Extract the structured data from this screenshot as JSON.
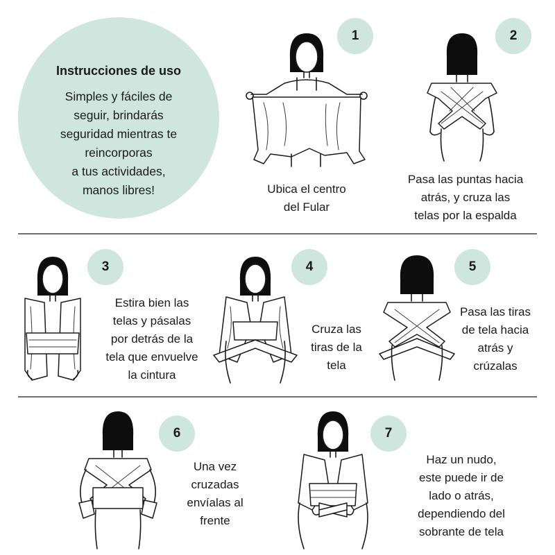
{
  "intro": {
    "title": "Instrucciones de uso",
    "body": "Simples y fáciles de\nseguir, brindarás\nseguridad mientras te\nreincorporas\na tus actividades,\nmanos libres!"
  },
  "steps": [
    {
      "number": "1",
      "text": "Ubica el centro\ndel Fular"
    },
    {
      "number": "2",
      "text": "Pasa las puntas hacia\natrás, y cruza las\ntelas por la espalda"
    },
    {
      "number": "3",
      "text": "Estira bien las\ntelas y pásalas\npor detrás de la\ntela que envuelve\nla cintura"
    },
    {
      "number": "4",
      "text": "Cruza las\ntiras de la\ntela"
    },
    {
      "number": "5",
      "text": "Pasa las tiras\nde tela hacia\natrás y\ncrúzalas"
    },
    {
      "number": "6",
      "text": "Una vez\ncruzadas\nenvíalas al\nfrente"
    },
    {
      "number": "7",
      "text": "Haz un nudo,\neste puede ir de\nlado o atrás,\ndependiendo del\nsobrante de tela"
    }
  ],
  "colors": {
    "accent": "#cfe6df",
    "ink": "#1a1a1a",
    "divider": "#6e6e6e"
  }
}
